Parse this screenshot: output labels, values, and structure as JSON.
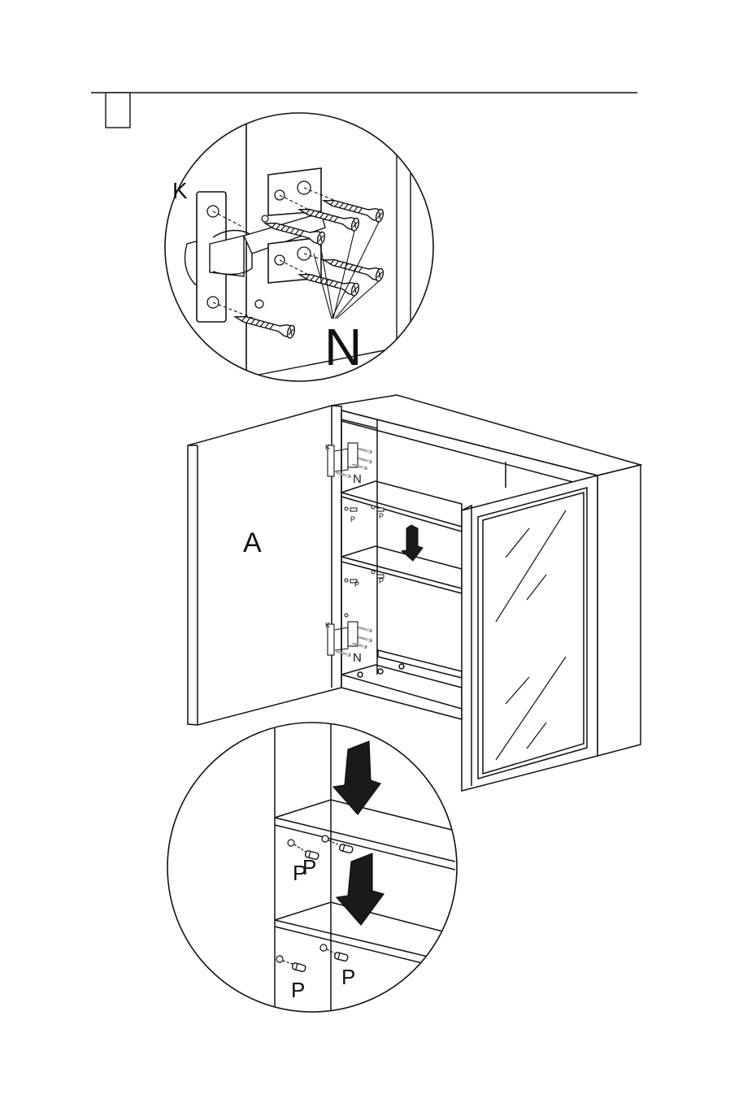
{
  "step": {
    "number": ""
  },
  "top_detail": {
    "label_hinge": "K",
    "label_screws": "N"
  },
  "cabinet": {
    "label_door": "A",
    "hinge_upper": {
      "label_hinge": "K",
      "label_screws": "N"
    },
    "hinge_lower": {
      "label_hinge": "K",
      "label_screws": "N"
    },
    "shelf_pins_labels": [
      "P",
      "P",
      "P",
      "P"
    ]
  },
  "bottom_detail": {
    "pin_labels": [
      "P",
      "P",
      "P",
      "P"
    ]
  },
  "colors": {
    "line": "#111111",
    "background": "#ffffff",
    "arrow_fill": "#1a1a1a"
  }
}
